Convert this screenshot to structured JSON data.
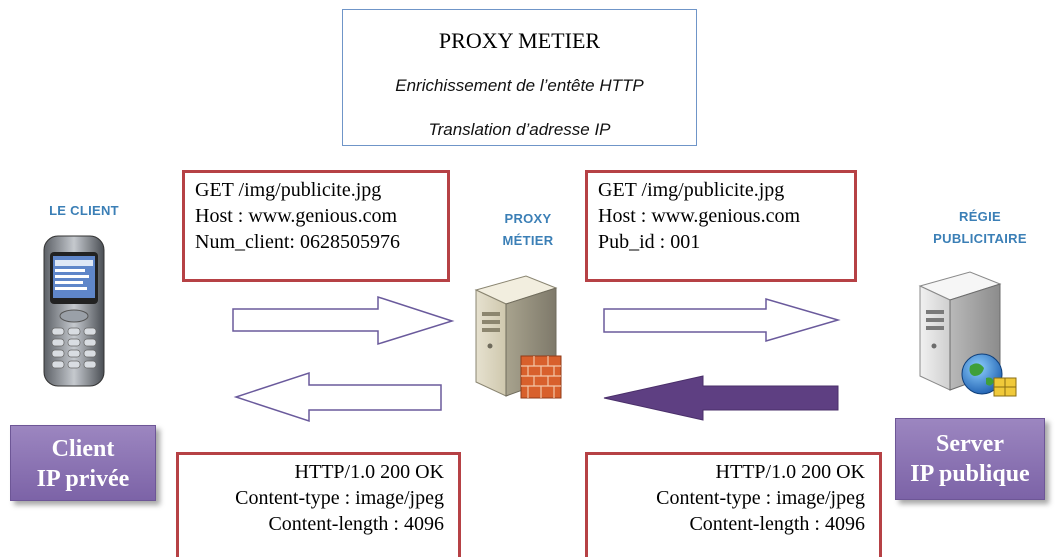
{
  "title_box": {
    "title": "PROXY METIER",
    "line1": "Enrichissement de l’entête HTTP",
    "line2": "Translation d’adresse IP"
  },
  "client": {
    "label": "LE CLIENT",
    "id_line1": "Client",
    "id_line2": "IP privée"
  },
  "proxy": {
    "label_line1": "PROXY",
    "label_line2": "MÉTIER"
  },
  "regie": {
    "label_line1": "RÉGIE",
    "label_line2": "PUBLICITAIRE",
    "id_line1": "Server",
    "id_line2": "IP publique"
  },
  "request_left": [
    "GET /img/publicite.jpg",
    "Host : www.genious.com",
    "Num_client: 0628505976"
  ],
  "request_right": [
    "GET /img/publicite.jpg",
    "Host : www.genious.com",
    "Pub_id : 001"
  ],
  "response_left": [
    "HTTP/1.0 200 OK",
    "Content-type : image/jpeg",
    "Content-length : 4096"
  ],
  "response_right": [
    "HTTP/1.0 200 OK",
    "Content-type : image/jpeg",
    "Content-length : 4096"
  ],
  "colors": {
    "box_border": "#b64145",
    "title_border": "#6f95c8",
    "label_blue": "#3b7fb6",
    "id_box": "#7c63a7",
    "arrow_outline": "#6a5a9c",
    "arrow_fill": "#5e3f82"
  },
  "icons": {
    "phone": "mobile-phone-icon",
    "proxy_server": "server-firewall-icon",
    "ad_server": "server-globe-icon"
  }
}
